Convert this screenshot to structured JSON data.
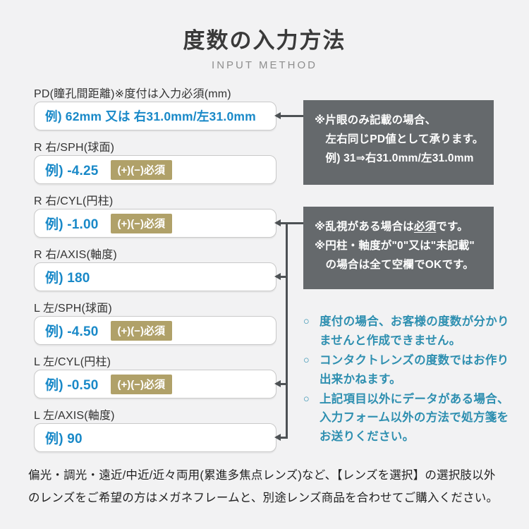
{
  "header": {
    "title": "度数の入力方法",
    "subtitle": "INPUT METHOD"
  },
  "fields": [
    {
      "label": "PD(瞳孔間距離)※度付は入力必須(mm)",
      "example": "例) 62mm 又は 右31.0mm/左31.0mm"
    },
    {
      "label": "R 右/SPH(球面)",
      "example": "例) -4.25",
      "badge": "(+)(−)必須"
    },
    {
      "label": "R 右/CYL(円柱)",
      "example": "例) -1.00",
      "badge": "(+)(−)必須"
    },
    {
      "label": "R 右/AXIS(軸度)",
      "example": "例) 180"
    },
    {
      "label": "L 左/SPH(球面)",
      "example": "例) -4.50",
      "badge": "(+)(−)必須"
    },
    {
      "label": "L 左/CYL(円柱)",
      "example": "例) -0.50",
      "badge": "(+)(−)必須"
    },
    {
      "label": "L 左/AXIS(軸度)",
      "example": "例) 90"
    }
  ],
  "callouts": {
    "pd_note": {
      "line1": "※片眼のみ記載の場合、",
      "line2": "左右同じPD値として承ります。",
      "line3": "例) 31⇒右31.0mm/左31.0mm"
    },
    "cyl_note": {
      "line1_pre": "※乱視がある場合は",
      "line1_emphasis": "必須",
      "line1_post": "です。",
      "line2": "※円柱・軸度が\"0\"又は\"未記載\"",
      "line3": "の場合は全て空欄でOKです。"
    }
  },
  "notes": [
    "度付の場合、お客様の度数が分かりませんと作成できません。",
    "コンタクトレンズの度数ではお作り出来かねます。",
    "上記項目以外にデータがある場合、入力フォーム以外の方法で処方箋をお送りください。"
  ],
  "note_marker": "○",
  "footer": "偏光・調光・遠近/中近/近々両用(累進多焦点レンズ)など、【レンズを選択】の選択肢以外のレンズをご希望の方はメガネフレームと、別途レンズ商品を合わせてご購入ください。",
  "colors": {
    "background": "#f2f2f3",
    "example_blue": "#1989c8",
    "badge_gold": "#b0a169",
    "callout_gray": "#65696c",
    "note_teal": "#2e8fb0",
    "connector": "#4d5154"
  }
}
